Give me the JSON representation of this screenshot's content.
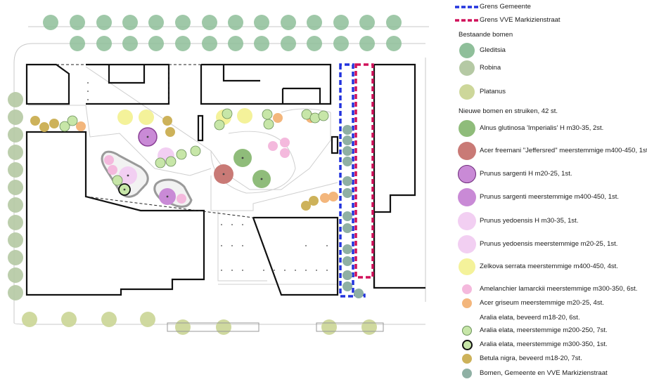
{
  "legend": {
    "boundaries": [
      {
        "label": "Grens Gemeente",
        "color": "#2233dd",
        "style": "dashed-blue"
      },
      {
        "label": "Grens VVE Markizienstraat",
        "color": "#d0105a",
        "style": "dashed-magenta"
      }
    ],
    "existing_title": "Bestaande bomen",
    "existing": [
      {
        "label": "Gleditsia",
        "color": "#8fbf9a",
        "symbol": "circle-large"
      },
      {
        "label": "Robina",
        "color": "#b5c9a4",
        "symbol": "circle-large"
      },
      {
        "label": "Platanus",
        "color": "#cdd79a",
        "symbol": "circle-large"
      }
    ],
    "new_title": "Nieuwe bomen en struiken, 42 st.",
    "new": [
      {
        "label": "Alnus glutinosa 'Imperialis' H m30-35, 2st.",
        "color": "#8fbc7a",
        "symbol": "circle-dot"
      },
      {
        "label": "Acer freemani \"Jeffersred\" meerstemmige m400-450, 1st.",
        "color": "#c97a76",
        "symbol": "circle-dot"
      },
      {
        "label": "Prunus sargenti H m20-25, 1st.",
        "color": "#c98ad6",
        "symbol": "circle-ring"
      },
      {
        "label": "Prunus sargenti  meerstemmige m400-450, 1st.",
        "color": "#c98ad6",
        "symbol": "circle-dot"
      },
      {
        "label": "Prunus yedoensis H m30-35, 1st.",
        "color": "#f2cff2",
        "symbol": "circle-dot"
      },
      {
        "label": "Prunus yedoensis meerstemmige m20-25, 1st.",
        "color": "#f2cff2",
        "symbol": "circle-dot"
      },
      {
        "label": "Zelkova serrata meerstemmige m400-450, 4st.",
        "color": "#f4f29a",
        "symbol": "circle-dot"
      },
      {
        "label": "Amelanchier lamarckii meerstemmige m300-350, 6st.",
        "color": "#f4b9dd",
        "symbol": "small"
      },
      {
        "label": "Acer griseum meerstemmige m20-25, 4st.",
        "color": "#f3b67c",
        "symbol": "small"
      },
      {
        "label": "Aralia elata, beveerd m18-20, 6st.",
        "color": "#ffffff",
        "symbol": "none"
      },
      {
        "label": "Aralia elata, meerstemmige m200-250, 7st.",
        "color": "#c7e6a8",
        "symbol": "small-ring"
      },
      {
        "label": "Aralia elata, meerstemmige m300-350, 1st.",
        "color": "#c7e6a8",
        "symbol": "small-thick"
      },
      {
        "label": "Betula nigra, beveerd m18-20, 7st.",
        "color": "#cdb25a",
        "symbol": "small"
      },
      {
        "label": "Bomen, Gemeente en VVE Markizienstraat",
        "color": "#8fb0a4",
        "symbol": "small"
      }
    ]
  }
}
